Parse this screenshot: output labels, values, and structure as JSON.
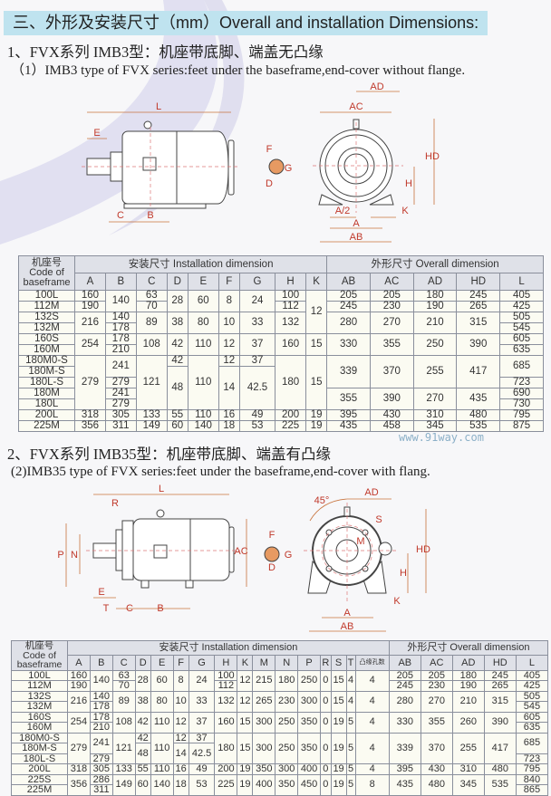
{
  "title": "三、外形及安装尺寸（mm）Overall and installation Dimensions:",
  "section1": {
    "heading_cn": "1、FVX系列 IMB3型：机座带底脚、端盖无凸缘",
    "heading_en": "（1）IMB3 type of FVX series:feet under the baseframe,end-cover without flange."
  },
  "section2": {
    "heading_cn": "2、FVX系列 IMB35型：机座带底脚、端盖有凸缘",
    "heading_en": "(2)IMB35 type of FVX series:feet under the baseframe,end-cover with flang."
  },
  "diagram1": {
    "labels": {
      "L": "L",
      "E": "E",
      "C": "C",
      "B": "B",
      "F": "F",
      "G": "G",
      "D": "D",
      "AD": "AD",
      "AC": "AC",
      "HD": "HD",
      "H": "H",
      "A2": "A/2",
      "A": "A",
      "K": "K",
      "AB": "AB"
    }
  },
  "diagram2": {
    "labels": {
      "L": "L",
      "R": "R",
      "P": "P",
      "N": "N",
      "E": "E",
      "T": "T",
      "C": "C",
      "B": "B",
      "AC": "AC",
      "F": "F",
      "G": "G",
      "D": "D",
      "angle": "45°",
      "AD": "AD",
      "S": "S",
      "M": "M",
      "HD": "HD",
      "H": "H",
      "K": "K",
      "A": "A",
      "AB": "AB"
    }
  },
  "watermark": "www.91way.com",
  "headers": {
    "code": "机座号",
    "code_en1": "Code of",
    "code_en2": "baseframe",
    "install": "安装尺寸  Installation dimension",
    "overall": "外形尺寸 Overall dimension",
    "holes": "凸缘孔数"
  },
  "table1": {
    "install_cols": [
      "A",
      "B",
      "C",
      "D",
      "E",
      "F",
      "G",
      "H",
      "K"
    ],
    "overall_cols": [
      "AB",
      "AC",
      "AD",
      "HD",
      "L"
    ],
    "rows": [
      [
        "100L",
        "160",
        "140",
        "63",
        "28",
        "60",
        "8",
        "24",
        "100",
        "12",
        "205",
        "205",
        "180",
        "245",
        "405"
      ],
      [
        "112M",
        "190",
        null,
        "70",
        null,
        null,
        null,
        null,
        "112",
        null,
        "245",
        "230",
        "190",
        "265",
        "425"
      ],
      [
        "132S",
        "216",
        "140",
        "89",
        "38",
        "80",
        "10",
        "33",
        "132",
        null,
        "280",
        "270",
        "210",
        "315",
        "505"
      ],
      [
        "132M",
        null,
        "178",
        null,
        null,
        null,
        null,
        null,
        null,
        null,
        null,
        null,
        null,
        null,
        "545"
      ],
      [
        "160S",
        "254",
        "178",
        "108",
        "42",
        "110",
        "12",
        "37",
        "160",
        "15",
        "330",
        "355",
        "250",
        "390",
        "605"
      ],
      [
        "160M",
        null,
        "210",
        null,
        null,
        null,
        null,
        null,
        null,
        null,
        null,
        null,
        null,
        null,
        "635"
      ],
      [
        "180M0-S",
        "279",
        "241",
        "121",
        "42",
        "110",
        "12",
        "37",
        "180",
        "15",
        "339",
        "370",
        "255",
        "417",
        "685"
      ],
      [
        "180M-S",
        null,
        null,
        null,
        "48",
        null,
        "14",
        "42.5",
        null,
        null,
        null,
        null,
        null,
        null,
        null
      ],
      [
        "180L-S",
        null,
        "279",
        null,
        null,
        null,
        null,
        null,
        null,
        null,
        null,
        null,
        null,
        null,
        "723"
      ],
      [
        "180M",
        null,
        "241",
        null,
        null,
        null,
        null,
        null,
        null,
        null,
        "355",
        "390",
        "270",
        "435",
        "690"
      ],
      [
        "180L",
        null,
        "279",
        null,
        null,
        null,
        null,
        null,
        null,
        null,
        null,
        null,
        null,
        null,
        "730"
      ],
      [
        "200L",
        "318",
        "305",
        "133",
        "55",
        "110",
        "16",
        "49",
        "200",
        "19",
        "395",
        "430",
        "310",
        "480",
        "795"
      ],
      [
        "225M",
        "356",
        "311",
        "149",
        "60",
        "140",
        "18",
        "53",
        "225",
        "19",
        "435",
        "458",
        "345",
        "535",
        "875"
      ]
    ]
  },
  "table2": {
    "install_cols": [
      "A",
      "B",
      "C",
      "D",
      "E",
      "F",
      "G",
      "H",
      "K",
      "M",
      "N",
      "P",
      "R",
      "S",
      "T",
      "凸缘孔数"
    ],
    "overall_cols": [
      "AB",
      "AC",
      "AD",
      "HD",
      "L"
    ],
    "rows": [
      [
        "100L",
        "160",
        "140",
        "63",
        "28",
        "60",
        "8",
        "24",
        "100",
        "12",
        "215",
        "180",
        "250",
        "0",
        "15",
        "4",
        "4",
        "205",
        "205",
        "180",
        "245",
        "405"
      ],
      [
        "112M",
        "190",
        null,
        "70",
        null,
        null,
        null,
        null,
        "112",
        null,
        null,
        null,
        null,
        null,
        null,
        null,
        null,
        "245",
        "230",
        "190",
        "265",
        "425"
      ],
      [
        "132S",
        "216",
        "140",
        "89",
        "38",
        "80",
        "10",
        "33",
        "132",
        "12",
        "265",
        "230",
        "300",
        "0",
        "15",
        "4",
        "4",
        "280",
        "270",
        "210",
        "315",
        "505"
      ],
      [
        "132M",
        null,
        "178",
        null,
        null,
        null,
        null,
        null,
        null,
        null,
        null,
        null,
        null,
        null,
        null,
        null,
        null,
        null,
        null,
        null,
        null,
        "545"
      ],
      [
        "160S",
        "254",
        "178",
        "108",
        "42",
        "110",
        "12",
        "37",
        "160",
        "15",
        "300",
        "250",
        "350",
        "0",
        "19",
        "5",
        "4",
        "330",
        "355",
        "260",
        "390",
        "605"
      ],
      [
        "160M",
        null,
        "210",
        null,
        null,
        null,
        null,
        null,
        null,
        null,
        null,
        null,
        null,
        null,
        null,
        null,
        null,
        null,
        null,
        null,
        null,
        "635"
      ],
      [
        "180M0-S",
        "279",
        "241",
        "121",
        "42",
        "110",
        "12",
        "37",
        "180",
        "15",
        "300",
        "250",
        "350",
        "0",
        "19",
        "5",
        "4",
        "339",
        "370",
        "255",
        "417",
        "685"
      ],
      [
        "180M-S",
        null,
        null,
        null,
        "48",
        null,
        "14",
        "42.5",
        null,
        null,
        null,
        null,
        null,
        null,
        null,
        null,
        null,
        null,
        null,
        null,
        null,
        null
      ],
      [
        "180L-S",
        null,
        "279",
        null,
        null,
        null,
        null,
        null,
        null,
        null,
        null,
        null,
        null,
        null,
        null,
        null,
        null,
        null,
        null,
        null,
        null,
        "723"
      ],
      [
        "200L",
        "318",
        "305",
        "133",
        "55",
        "110",
        "16",
        "49",
        "200",
        "19",
        "350",
        "300",
        "400",
        "0",
        "19",
        "5",
        "4",
        "395",
        "430",
        "310",
        "480",
        "795"
      ],
      [
        "225S",
        "356",
        "286",
        "149",
        "60",
        "140",
        "18",
        "53",
        "225",
        "19",
        "400",
        "350",
        "450",
        "0",
        "19",
        "5",
        "8",
        "435",
        "480",
        "345",
        "535",
        "840"
      ],
      [
        "225M",
        null,
        "311",
        null,
        null,
        null,
        null,
        null,
        null,
        null,
        null,
        null,
        null,
        null,
        null,
        null,
        null,
        null,
        null,
        null,
        null,
        "865"
      ]
    ]
  }
}
